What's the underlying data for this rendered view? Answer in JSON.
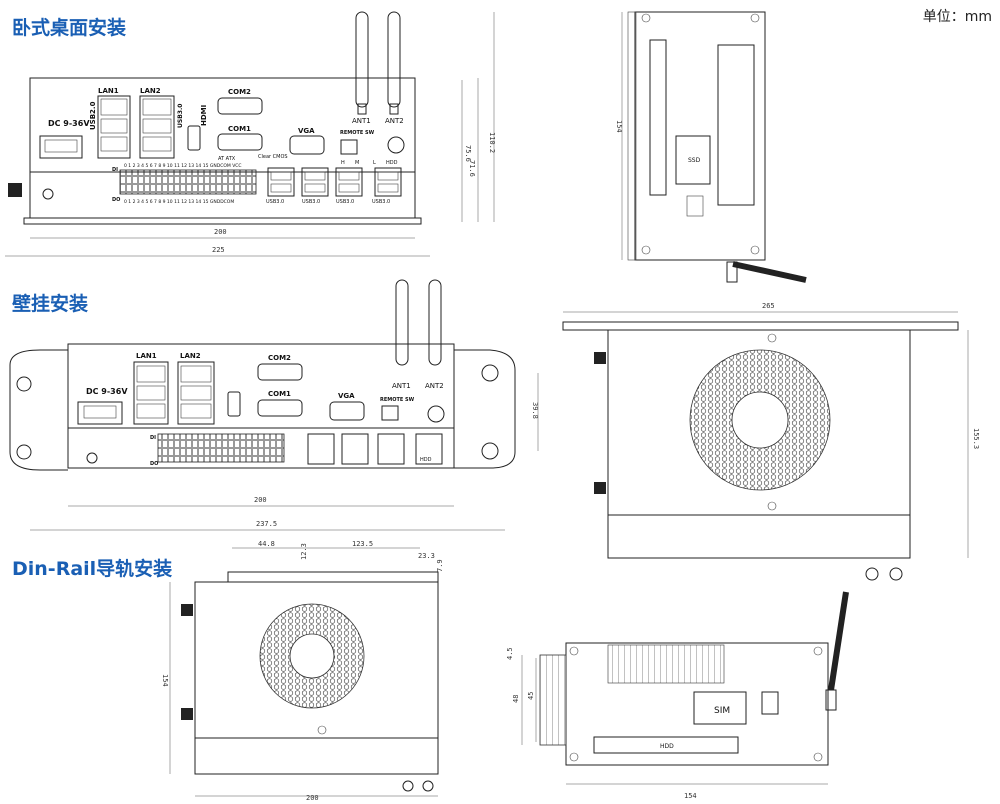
{
  "unit_label": "单位：mm",
  "sections": {
    "desktop": "卧式桌面安装",
    "wall": "壁挂安装",
    "din": "Din-Rail导轨安装"
  },
  "front_labels": {
    "lan1": "LAN1",
    "lan2": "LAN2",
    "usb20": "USB2.0",
    "hdmi": "HDMI",
    "com2": "COM2",
    "com1": "COM1",
    "vga": "VGA",
    "remote": "REMOTE SW",
    "ant1": "ANT1",
    "ant2": "ANT2",
    "dc_desktop": "DC 9-36V",
    "dc_wall": "DC  9-36V",
    "usb30": "USB3.0",
    "hdd": "HDD",
    "h": "H",
    "m": "M",
    "l": "L",
    "at_atx": "AT ATX",
    "clear_cmos": "Clear CMOS",
    "di": "DI",
    "do": "DO",
    "di_numbers": "0 1 2 3 4 5 6 7 8 9 10 11 12 13 14 15 GNDCOM VCC",
    "do_numbers": "0 1 2 3 4 5 6 7 8 9 10 11 12 13 14 15 GNDDCOM"
  },
  "dimensions": {
    "d200a": "200",
    "d225": "225",
    "d71_6": "71.6",
    "d75_6": "75.6",
    "d110_2": "110.2",
    "d154a": "154",
    "d265": "265",
    "d155_3": "155.3",
    "d200b": "200",
    "d237_5": "237.5",
    "d39_8": "39.8",
    "d44_8": "44.8",
    "d123_5": "123.5",
    "d12_3": "12.3",
    "d23_3": "23.3",
    "d7_9": "7.9",
    "d154b": "154",
    "d200c": "200",
    "d4_5": "4.5",
    "d48": "48",
    "d45": "45",
    "d154c": "154"
  },
  "side_labels": {
    "sim": "SIM",
    "hdd": "HDD",
    "ssd": "SSD"
  }
}
